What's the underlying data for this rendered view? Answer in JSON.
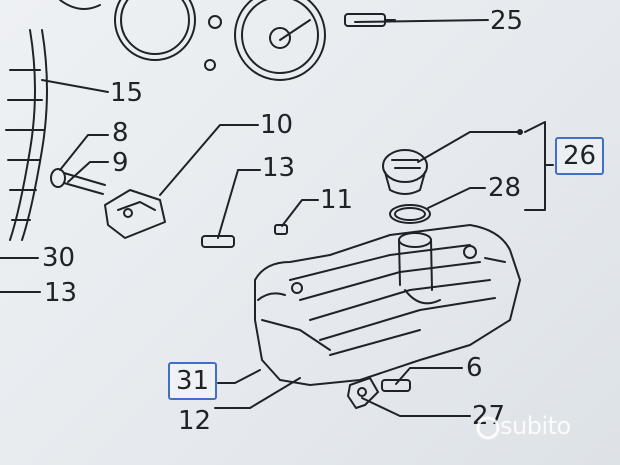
{
  "callouts": {
    "c25": "25",
    "c15": "15",
    "c10": "10",
    "c8": "8",
    "c9": "9",
    "c13a": "13",
    "c11": "11",
    "c26": "26",
    "c28": "28",
    "c30": "30",
    "c13b": "13",
    "c6": "6",
    "c31": "31",
    "c12": "12",
    "c27": "27"
  },
  "watermark": "subito",
  "colors": {
    "line": "#1f2328",
    "box_border": "#3f6fc7",
    "watermark": "#ffffff"
  }
}
